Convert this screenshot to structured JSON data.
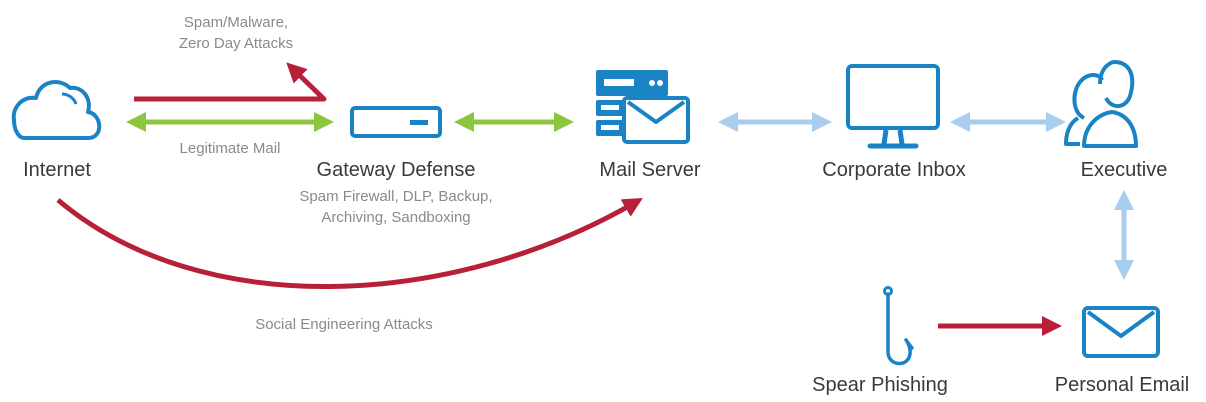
{
  "nodes": {
    "internet": "Internet",
    "gateway": "Gateway Defense",
    "mail_server": "Mail Server",
    "inbox": "Corporate Inbox",
    "executive": "Executive",
    "spear_phishing": "Spear Phishing",
    "personal_email": "Personal Email"
  },
  "annotations": {
    "spam_line1": "Spam/Malware,",
    "spam_line2": "Zero Day Attacks",
    "legit": "Legitimate Mail",
    "gateway_line1": "Spam Firewall, DLP, Backup,",
    "gateway_line2": "Archiving, Sandboxing",
    "social": "Social Engineering Attacks"
  },
  "colors": {
    "attack": "#b8203a",
    "legit": "#8cc63f",
    "internal": "#a9cdee",
    "icon": "#1a83c6"
  },
  "icons": [
    "cloud-icon",
    "gateway-appliance-icon",
    "mail-server-icon",
    "monitor-icon",
    "users-icon",
    "fishhook-icon",
    "envelope-icon"
  ]
}
